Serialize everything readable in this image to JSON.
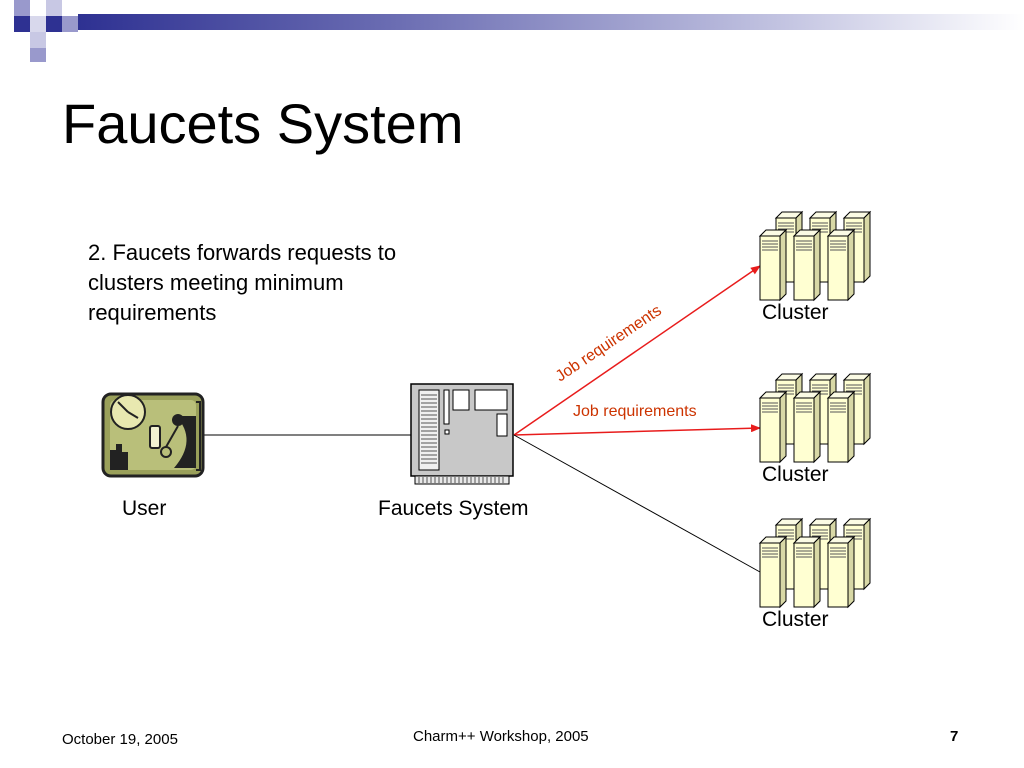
{
  "slide": {
    "title": "Faucets System",
    "body_text": "2. Faucets forwards requests to clusters meeting minimum requirements"
  },
  "diagram": {
    "user_label": "User",
    "system_label": "Faucets System",
    "cluster_labels": [
      "Cluster",
      "Cluster",
      "Cluster"
    ],
    "edge_labels": [
      "Job requirements",
      "Job requirements"
    ],
    "icons": [
      "user-icon",
      "server-icon",
      "cluster-icon",
      "cluster-icon",
      "cluster-icon"
    ]
  },
  "footer": {
    "date": "October 19, 2005",
    "center": "Charm++ Workshop, 2005",
    "page": "7"
  },
  "colors": {
    "accent_navy": "#2e3192",
    "accent_lavender": "#9999cc",
    "arrow_red": "#e81c1c",
    "edge_label_red": "#cc3300"
  }
}
